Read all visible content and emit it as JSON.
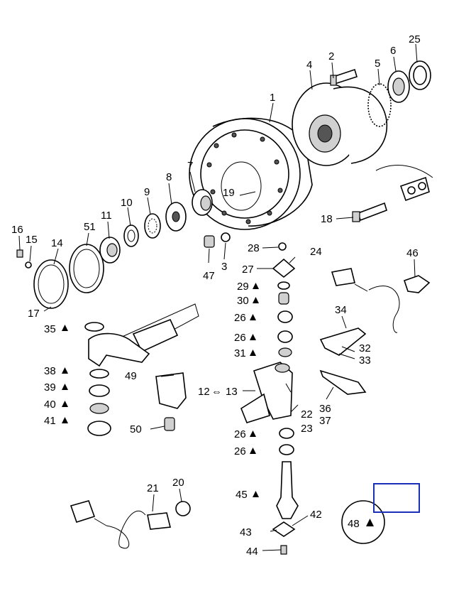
{
  "diagram": {
    "labels": {
      "l1": "1",
      "l2": "2",
      "l3": "3",
      "l4": "4",
      "l5": "5",
      "l6": "6",
      "l7": "7",
      "l8": "8",
      "l9": "9",
      "l10": "10",
      "l11": "11",
      "l12": "12",
      "l13": "13",
      "l14": "14",
      "l15": "15",
      "l16": "16",
      "l17": "17",
      "l18": "18",
      "l19": "19",
      "l20": "20",
      "l21": "21",
      "l22": "22",
      "l23": "23",
      "l24": "24",
      "l25": "25",
      "l26a": "26",
      "l26b": "26",
      "l26c": "26",
      "l26d": "26",
      "l27": "27",
      "l28": "28",
      "l29": "29",
      "l30": "30",
      "l31": "31",
      "l32": "32",
      "l33": "33",
      "l34": "34",
      "l35": "35",
      "l36": "36",
      "l37": "37",
      "l38": "38",
      "l39": "39",
      "l40": "40",
      "l41": "41",
      "l42": "42",
      "l43": "43",
      "l44": "44",
      "l45": "45",
      "l46": "46",
      "l47": "47",
      "l48": "48",
      "l49": "49",
      "l50": "50",
      "l51": "51",
      "arrow12": "⇔"
    },
    "highlight_color": "#1a2fb8",
    "marker_icon": "triangle-icon"
  }
}
